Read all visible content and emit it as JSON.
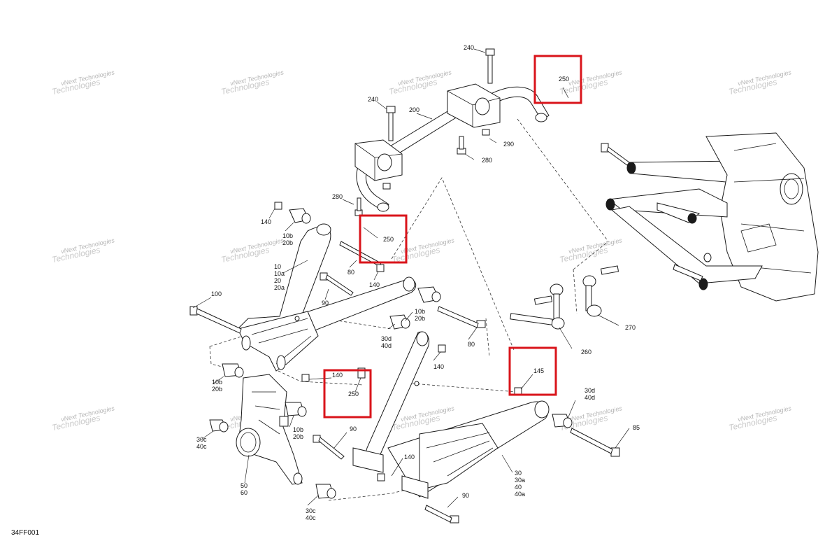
{
  "diagram": {
    "code": "34FF001",
    "callouts": {
      "c240a": "240",
      "c240b": "240",
      "c200": "200",
      "c290": "290",
      "c280a": "280",
      "c250a": "250",
      "c280b": "280",
      "c140a": "140",
      "c10b20b_a": "10b\n20b",
      "c250b": "250",
      "c10group": "10\n10a\n20\n20a",
      "c80a": "80",
      "c140b": "140",
      "c90a": "90",
      "c100": "100",
      "c10b20b_b": "10b\n20b",
      "c30d40d_a": "30d\n40d",
      "c80b": "80",
      "c140c": "140",
      "c260": "260",
      "c270": "270",
      "c145": "145",
      "c10b20b_c": "10b\n20b",
      "c140d": "140",
      "c250c": "250",
      "c30d40d_b": "30d\n40d",
      "c85": "85",
      "c10b20b_d": "10b\n20b",
      "c30c40c_a": "30c\n40c",
      "c90b": "90",
      "c140e": "140",
      "c30group": "30\n30a\n40\n40a",
      "c5060": "50\n60",
      "c90c": "90",
      "c30c40c_b": "30c\n40c"
    },
    "highlight_color": "#d9141b",
    "watermark": {
      "line1": "vNext Technologies",
      "line2": "Technologies"
    }
  }
}
